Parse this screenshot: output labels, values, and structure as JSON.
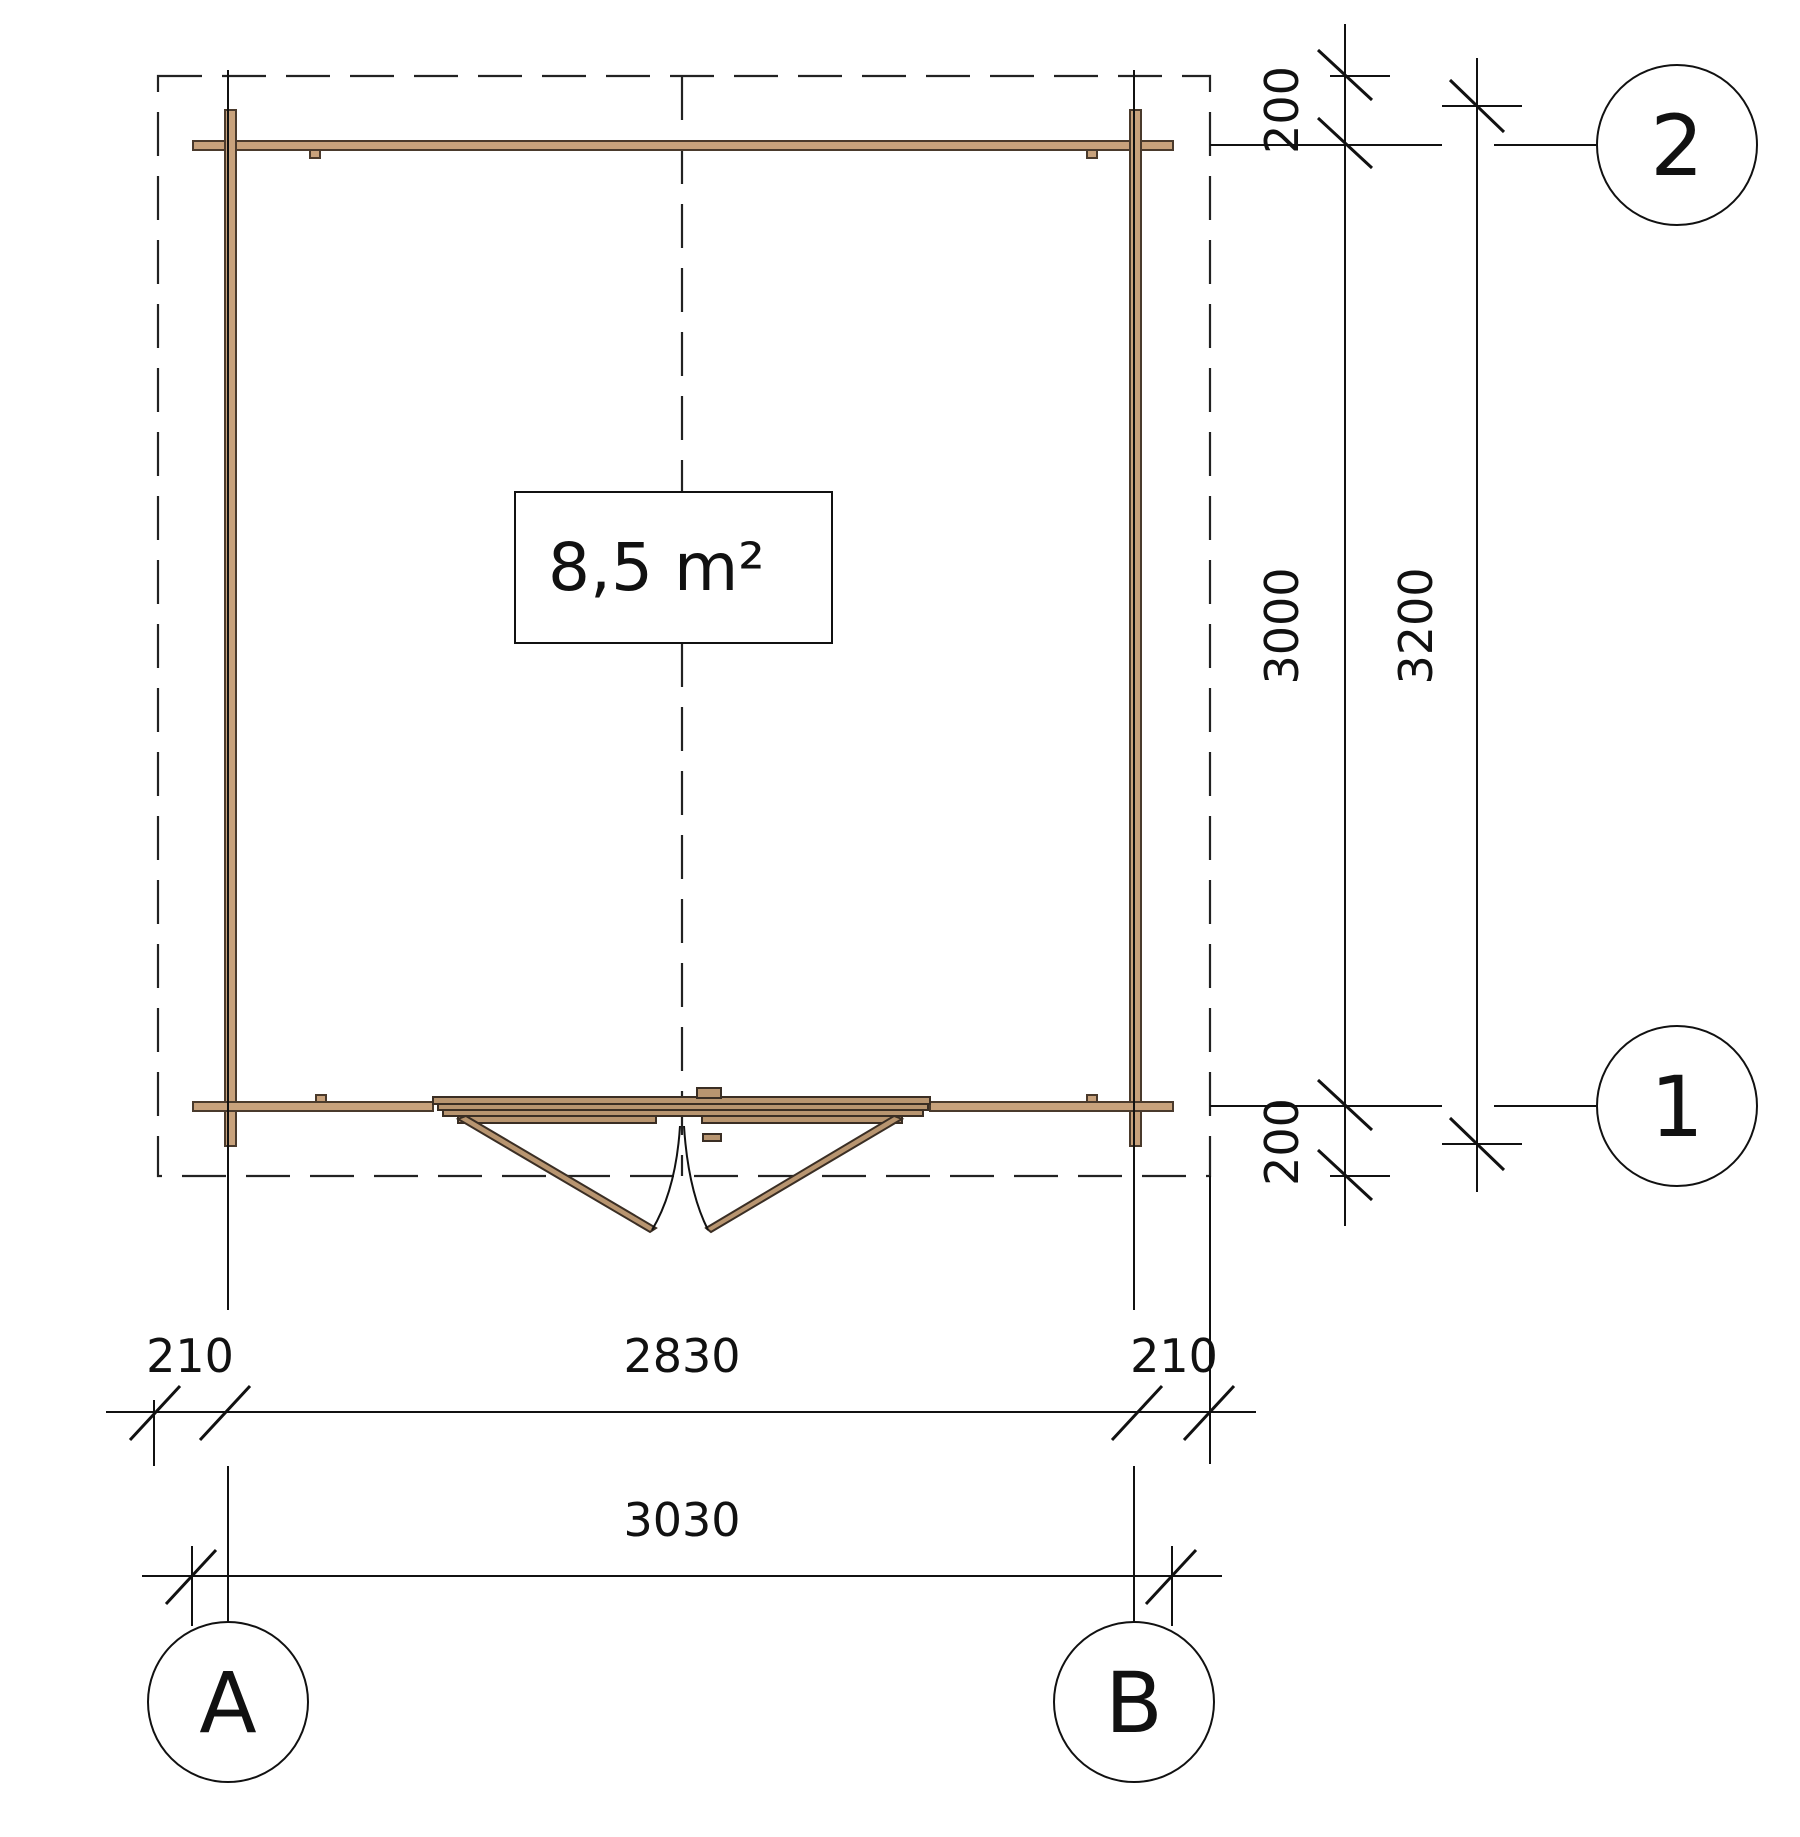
{
  "floor_plan": {
    "area_label": "8,5 m²",
    "dimensions": {
      "bottom_left_overhang": "210",
      "bottom_inner_width": "2830",
      "bottom_right_overhang": "210",
      "bottom_total_width": "3030",
      "right_top_overhang": "200",
      "right_inner_depth": "3000",
      "right_bottom_overhang": "200",
      "right_total_depth": "3200"
    },
    "grid_labels": {
      "column_left": "A",
      "column_right": "B",
      "row_top": "2",
      "row_bottom": "1"
    },
    "colors": {
      "wall_fill": "#c8a27c",
      "wall_outline": "#4a3a2c",
      "lines": "#111111"
    }
  }
}
